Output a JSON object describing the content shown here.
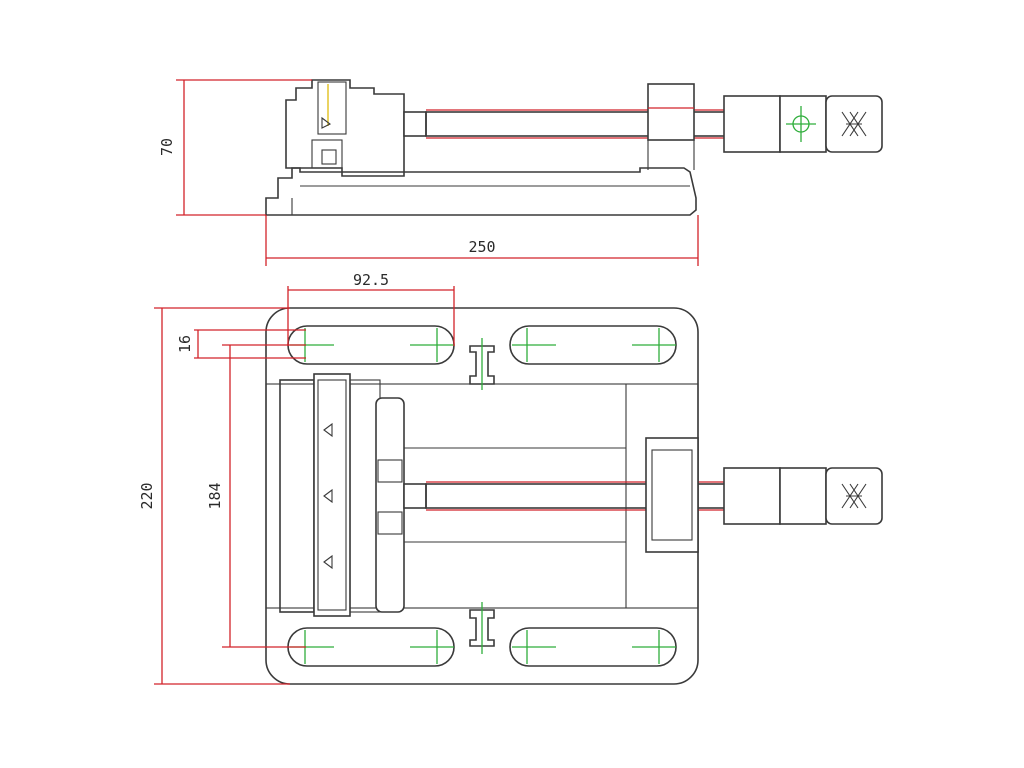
{
  "drawing": {
    "colors": {
      "outline": "#3a3a3a",
      "dimension": "#d2232a",
      "centerline": "#2fae3b",
      "highlight": "#e0c020"
    },
    "side_view": {
      "dimensions": {
        "height": "70",
        "length": "250"
      }
    },
    "top_view": {
      "dimensions": {
        "slot_spacing": "92.5",
        "slot_width": "16",
        "slot_pitch": "184",
        "width": "220"
      }
    }
  }
}
